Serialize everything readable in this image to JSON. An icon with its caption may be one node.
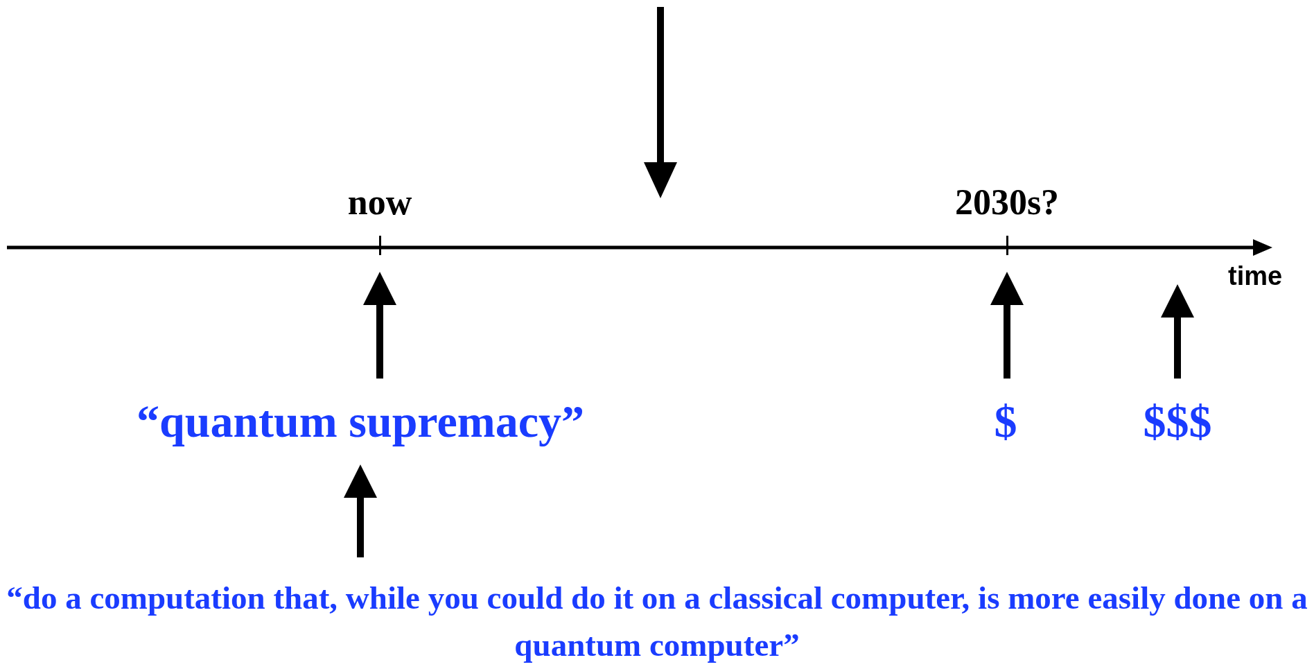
{
  "diagram": {
    "nodes": [
      {
        "text": [
          "now"
        ]
      },
      {
        "text": [
          "2030s?"
        ]
      },
      {
        "text": [
          "“quantum supremacy”"
        ]
      },
      {
        "text": [
          "$"
        ]
      },
      {
        "text": [
          "$$$"
        ]
      },
      {
        "text": [
          "“do a computation that, while you could do it on a classical computer, is more easily done on a quantum computer”"
        ]
      }
    ],
    "edges": [
      {
        "from": 2,
        "to": 0,
        "arrow": "to"
      },
      {
        "from": 3,
        "to": 1,
        "arrow": "to"
      },
      {
        "from": 4,
        "to": null,
        "arrow": "to"
      },
      {
        "from": 5,
        "to": 2,
        "arrow": "to"
      }
    ],
    "labels": [
      "time"
    ]
  }
}
